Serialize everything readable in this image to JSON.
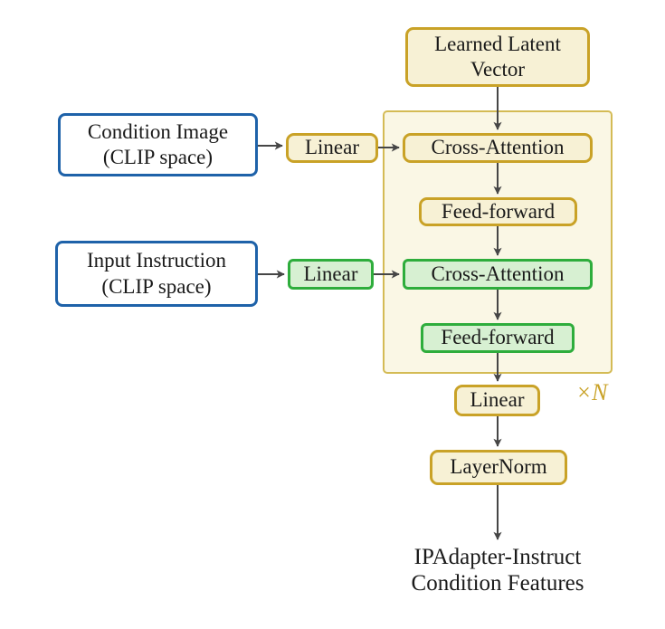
{
  "colors": {
    "gold_border": "#C9A227",
    "gold_fill": "#F7F1D5",
    "container_border": "#D4BB55",
    "container_fill": "#FAF7E5",
    "green_border": "#2EAD3C",
    "green_fill": "#D7F0D2",
    "blue_border": "#1E62A9",
    "arrow": "#464646",
    "repeat_label_color": "#C9A227",
    "text": "#1a1a1a"
  },
  "nodes": {
    "learned_latent_vector": {
      "label": "Learned Latent\nVector"
    },
    "condition_image": {
      "label": "Condition Image\n(CLIP space)"
    },
    "linear_image": {
      "label": "Linear"
    },
    "cross_attention_image": {
      "label": "Cross-Attention"
    },
    "feed_forward_image": {
      "label": "Feed-forward"
    },
    "input_instruction": {
      "label": "Input Instruction\n(CLIP space)"
    },
    "linear_instruction": {
      "label": "Linear"
    },
    "cross_attention_instruction": {
      "label": "Cross-Attention"
    },
    "feed_forward_instruction": {
      "label": "Feed-forward"
    },
    "linear_output": {
      "label": "Linear"
    },
    "layer_norm": {
      "label": "LayerNorm"
    },
    "repeat_label": "×N",
    "output_label": "IPAdapter-Instruct\nCondition Features"
  }
}
